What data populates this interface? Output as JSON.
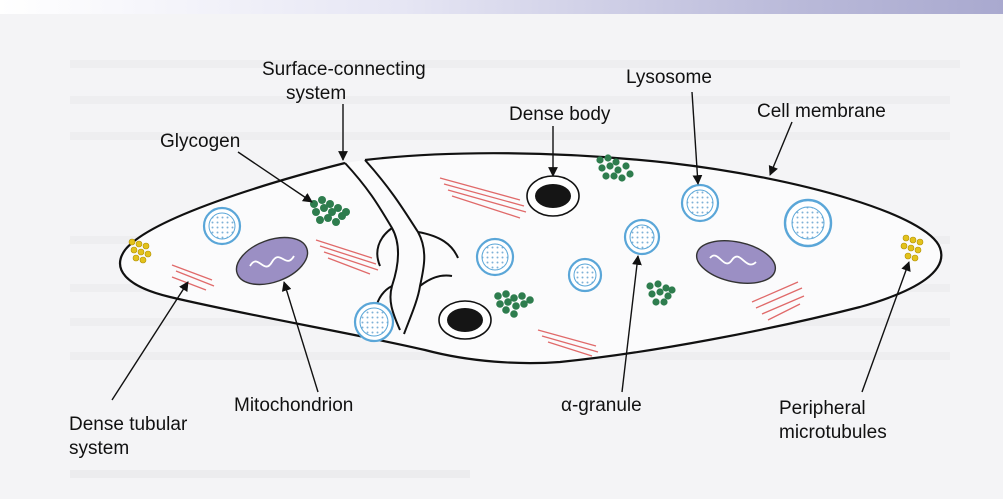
{
  "diagram": {
    "labels": {
      "surface_connecting_line1": "Surface-connecting",
      "surface_connecting_line2": "system",
      "glycogen": "Glycogen",
      "dense_body": "Dense body",
      "lysosome": "Lysosome",
      "cell_membrane": "Cell membrane",
      "mitochondrion": "Mitochondrion",
      "alpha_granule": "α-granule",
      "dense_tubular_line1": "Dense tubular",
      "dense_tubular_line2": "system",
      "peripheral_line1": "Peripheral",
      "peripheral_line2": "microtubules"
    },
    "colors": {
      "outline": "#111111",
      "granule_ring": "#5aa6d8",
      "granule_dots": "#7fb2d6",
      "mitochondrion_fill": "#9b8fc4",
      "glycogen": "#2e7d4e",
      "tubular": "#e06a6a",
      "microtubules": "#e3c21c"
    }
  }
}
